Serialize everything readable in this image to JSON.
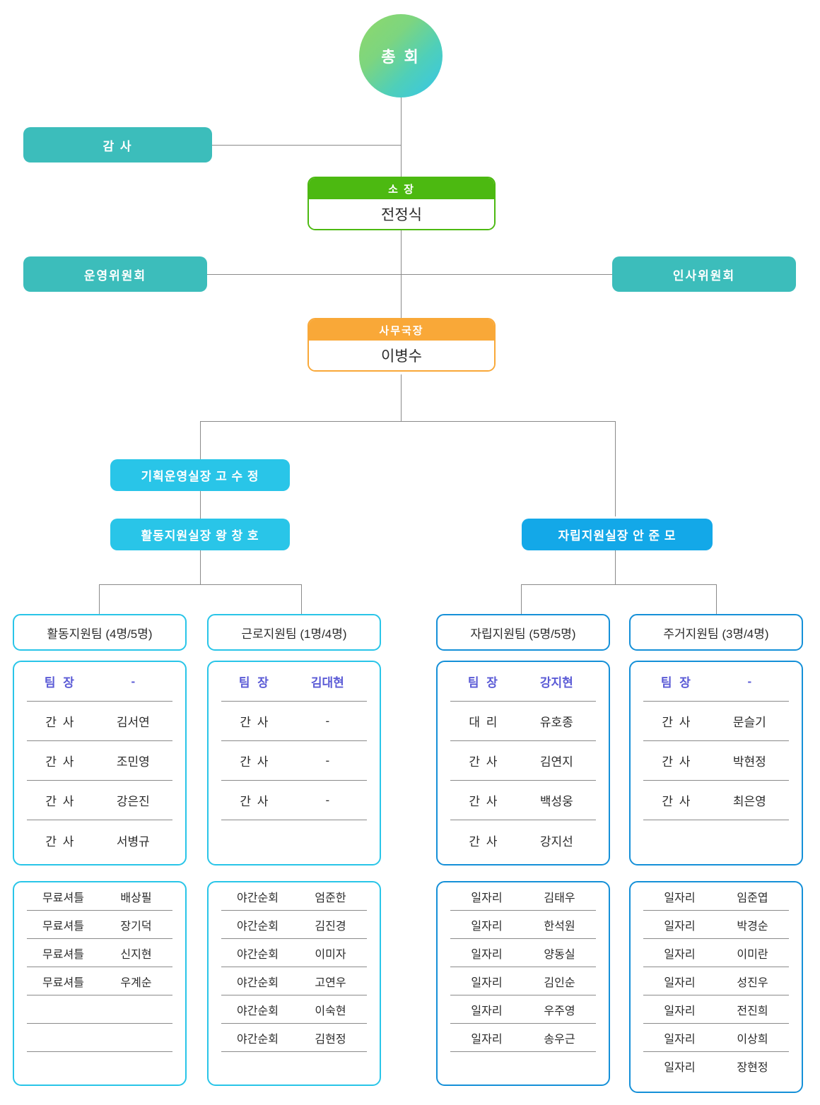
{
  "colors": {
    "teal": "#3cbdbb",
    "green": "#4cb911",
    "orange": "#f9a838",
    "cyan": "#29c5e8",
    "blue": "#13a8e8",
    "blue_border": "#1590d8",
    "lead_text": "#5b5bd6",
    "line": "#8a8a8a"
  },
  "top": {
    "assembly": "총 회",
    "auditor": "감 사",
    "steering_committee": "운영위원회",
    "hr_committee": "인사위원회"
  },
  "director": {
    "title": "소 장",
    "name": "전정식"
  },
  "secretary_general": {
    "title": "사무국장",
    "name": "이병수"
  },
  "offices": {
    "planning": "기획운영실장  고 수 정",
    "activity": "활동지원실장  왕 창 호",
    "independence": "자립지원실장  안 준 모"
  },
  "teams": [
    {
      "header": "활동지원팀 (4명/5명)",
      "color": "c1",
      "roster": [
        {
          "role": "팀 장",
          "name": "-",
          "lead": true
        },
        {
          "role": "간 사",
          "name": "김서연",
          "lead": false
        },
        {
          "role": "간 사",
          "name": "조민영",
          "lead": false
        },
        {
          "role": "간 사",
          "name": "강은진",
          "lead": false
        },
        {
          "role": "간 사",
          "name": "서병규",
          "lead": false
        }
      ],
      "staff": [
        {
          "role": "무료셔틀",
          "name": "배상필"
        },
        {
          "role": "무료셔틀",
          "name": "장기덕"
        },
        {
          "role": "무료셔틀",
          "name": "신지현"
        },
        {
          "role": "무료셔틀",
          "name": "우계순"
        },
        {
          "role": "",
          "name": ""
        },
        {
          "role": "",
          "name": ""
        }
      ]
    },
    {
      "header": "근로지원팀 (1명/4명)",
      "color": "c1",
      "roster": [
        {
          "role": "팀 장",
          "name": "김대현",
          "lead": true
        },
        {
          "role": "간 사",
          "name": "-",
          "lead": false
        },
        {
          "role": "간 사",
          "name": "-",
          "lead": false
        },
        {
          "role": "간 사",
          "name": "-",
          "lead": false
        },
        {
          "role": "",
          "name": "",
          "lead": false
        }
      ],
      "staff": [
        {
          "role": "야간순회",
          "name": "엄준한"
        },
        {
          "role": "야간순회",
          "name": "김진경"
        },
        {
          "role": "야간순회",
          "name": "이미자"
        },
        {
          "role": "야간순회",
          "name": "고연우"
        },
        {
          "role": "야간순회",
          "name": "이숙현"
        },
        {
          "role": "야간순회",
          "name": "김현정"
        }
      ]
    },
    {
      "header": "자립지원팀 (5명/5명)",
      "color": "c2",
      "roster": [
        {
          "role": "팀 장",
          "name": "강지현",
          "lead": true
        },
        {
          "role": "대 리",
          "name": "유호종",
          "lead": false
        },
        {
          "role": "간 사",
          "name": "김연지",
          "lead": false
        },
        {
          "role": "간 사",
          "name": "백성웅",
          "lead": false
        },
        {
          "role": "간 사",
          "name": "강지선",
          "lead": false
        }
      ],
      "staff": [
        {
          "role": "일자리",
          "name": "김태우"
        },
        {
          "role": "일자리",
          "name": "한석원"
        },
        {
          "role": "일자리",
          "name": "양동실"
        },
        {
          "role": "일자리",
          "name": "김인순"
        },
        {
          "role": "일자리",
          "name": "우주영"
        },
        {
          "role": "일자리",
          "name": "송우근"
        }
      ]
    },
    {
      "header": "주거지원팀 (3명/4명)",
      "color": "c2",
      "roster": [
        {
          "role": "팀 장",
          "name": "-",
          "lead": true
        },
        {
          "role": "간 사",
          "name": "문슬기",
          "lead": false
        },
        {
          "role": "간 사",
          "name": "박현정",
          "lead": false
        },
        {
          "role": "간 사",
          "name": "최은영",
          "lead": false
        },
        {
          "role": "",
          "name": "",
          "lead": false
        }
      ],
      "staff": [
        {
          "role": "일자리",
          "name": "임준엽"
        },
        {
          "role": "일자리",
          "name": "박경순"
        },
        {
          "role": "일자리",
          "name": "이미란"
        },
        {
          "role": "일자리",
          "name": "성진우"
        },
        {
          "role": "일자리",
          "name": "전진희"
        },
        {
          "role": "일자리",
          "name": "이상희"
        },
        {
          "role": "일자리",
          "name": "장현정"
        }
      ]
    }
  ]
}
